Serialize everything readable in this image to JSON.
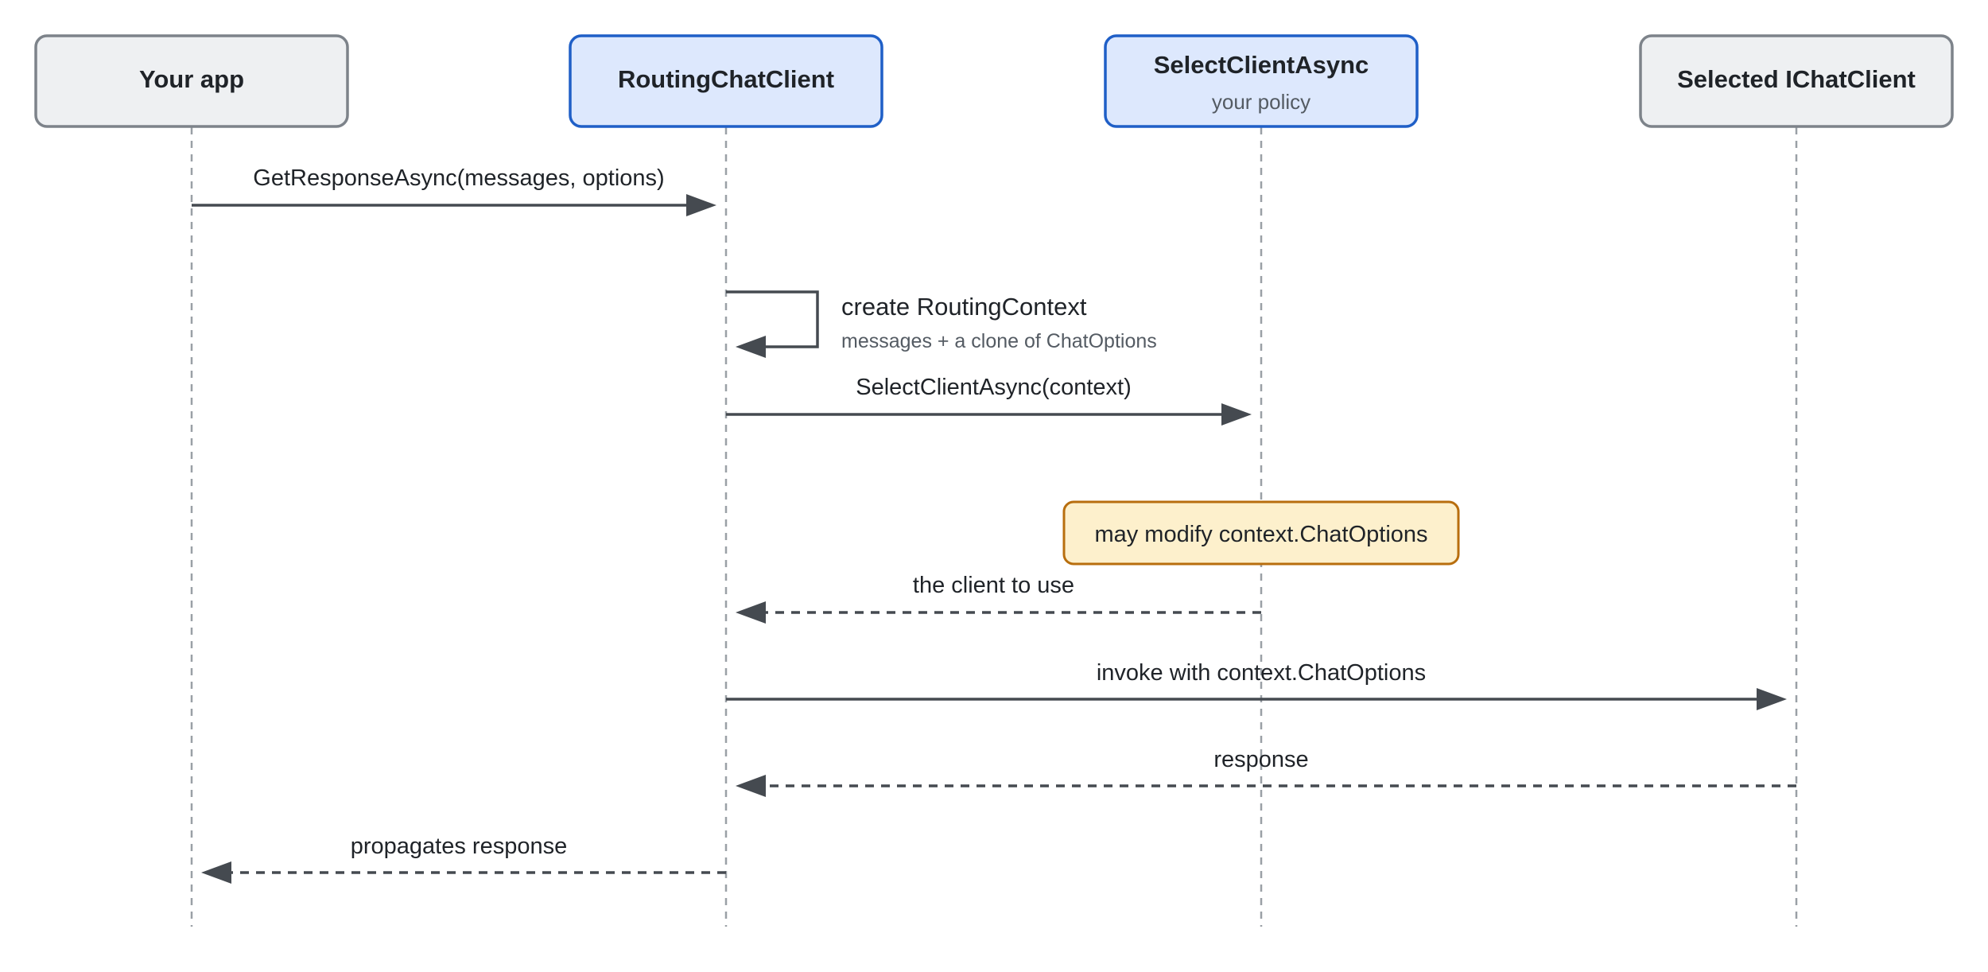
{
  "participants": [
    {
      "id": "app",
      "title": "Your app",
      "subtitle": "",
      "style": "gray"
    },
    {
      "id": "router",
      "title": "RoutingChatClient",
      "subtitle": "",
      "style": "blue"
    },
    {
      "id": "select",
      "title": "SelectClientAsync",
      "subtitle": "your policy",
      "style": "blue"
    },
    {
      "id": "client",
      "title": "Selected IChatClient",
      "subtitle": "",
      "style": "gray"
    }
  ],
  "messages": [
    {
      "from": "app",
      "to": "router",
      "label": "GetResponseAsync(messages, options)",
      "dashed": false
    },
    {
      "from": "router",
      "to": "router",
      "label": "create RoutingContext",
      "sublabel": "messages + a clone of ChatOptions",
      "self": true
    },
    {
      "from": "router",
      "to": "select",
      "label": "SelectClientAsync(context)",
      "dashed": false
    },
    {
      "from": "select",
      "to": "router",
      "label": "the client to use",
      "dashed": true
    },
    {
      "from": "router",
      "to": "client",
      "label": "invoke with context.ChatOptions",
      "dashed": false
    },
    {
      "from": "client",
      "to": "router",
      "label": "response",
      "dashed": true
    },
    {
      "from": "router",
      "to": "app",
      "label": "propagates response",
      "dashed": true
    }
  ],
  "note": {
    "over": "select",
    "text": "may modify context.ChatOptions"
  },
  "colors": {
    "gray_fill": "#eef0f2",
    "gray_stroke": "#7d838a",
    "blue_fill": "#dde8fd",
    "blue_stroke": "#1f5fc7",
    "note_fill": "#fdf0cc",
    "note_stroke": "#b86e0e",
    "arrow": "#454a50",
    "lifeline": "#9aa0a6",
    "text": "#1f2328",
    "subtext": "#545b63"
  }
}
